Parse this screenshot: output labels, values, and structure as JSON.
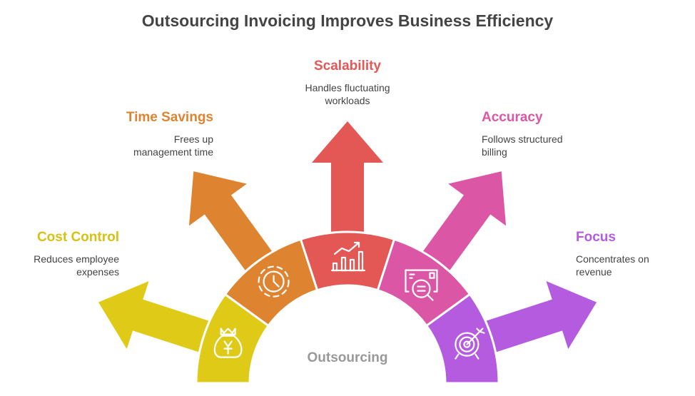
{
  "title": "Outsourcing Invoicing Improves Business Efficiency",
  "center_label": "Outsourcing",
  "branches": [
    {
      "title": "Cost Control",
      "line1": "Reduces employee",
      "line2": "expenses",
      "color": "#DFCB17",
      "text_color": "#D6C212",
      "icon": "money-bag-yen-icon"
    },
    {
      "title": "Time Savings",
      "line1": "Frees up",
      "line2": "management time",
      "color": "#DE8431",
      "text_color": "#DE8431",
      "icon": "clock-icon"
    },
    {
      "title": "Scalability",
      "line1": "Handles fluctuating",
      "line2": "workloads",
      "color": "#E35754",
      "text_color": "#E35754",
      "icon": "growth-chart-icon"
    },
    {
      "title": "Accuracy",
      "line1": "Follows structured",
      "line2": "billing",
      "color": "#DB57A6",
      "text_color": "#DB57A6",
      "icon": "invoice-search-icon"
    },
    {
      "title": "Focus",
      "line1": "Concentrates on",
      "line2": "revenue",
      "color": "#B45BE0",
      "text_color": "#B45BE0",
      "icon": "target-icon"
    }
  ]
}
